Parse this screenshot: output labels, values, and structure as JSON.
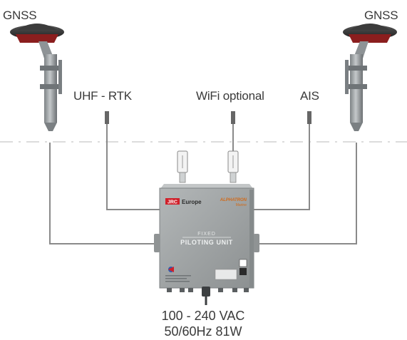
{
  "labels": {
    "gnss_left": "GNSS",
    "gnss_right": "GNSS",
    "uhf": "UHF - RTK",
    "wifi": "WiFi optional",
    "ais": "AIS"
  },
  "unit": {
    "brand_left": "JRC",
    "brand_left_suffix": "Europe",
    "brand_right": "ALPHATRON",
    "brand_right_sub": "Marine",
    "product_line1": "FIXED",
    "product_line2": "PILOTING UNIT"
  },
  "power": {
    "line1": "100 - 240 VAC",
    "line2": "50/60Hz 81W"
  },
  "colors": {
    "cable": "#8a8a8a",
    "enclosure": "#9ea2a3",
    "antenna_top": "#3a3a3a",
    "antenna_base": "#8b1e1e",
    "jrc_red": "#d0202a",
    "alphatron_orange": "#d06a1a"
  }
}
